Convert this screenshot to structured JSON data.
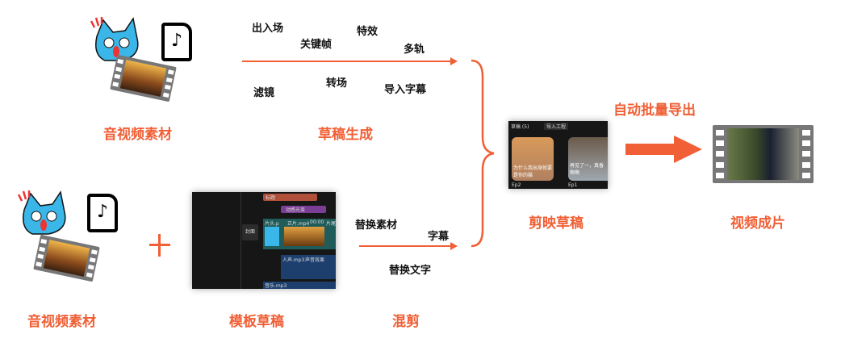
{
  "top_row": {
    "source_label": "音视频素材",
    "features": [
      "出入场",
      "关键帧",
      "特效",
      "多轨",
      "滤镜",
      "转场",
      "导入字幕"
    ],
    "process_label": "草稿生成"
  },
  "bottom_row": {
    "source_label": "音视频素材",
    "plus": "+",
    "template_label": "模板草稿",
    "template_ui": {
      "cover_button": "封面",
      "track_title": "标题",
      "track_effect": "动感光束",
      "clip_head": "片头.p",
      "clip_main": "正片.mp4",
      "clip_time": "00:00",
      "clip_tail": "片尾",
      "audio_voice": "人声.mp3",
      "audio_fx": "声音效果",
      "audio_music": "音乐.mp3"
    },
    "features": [
      "替换素材",
      "字幕",
      "替换文字"
    ],
    "process_label": "混剪"
  },
  "draft": {
    "label": "剪映草稿",
    "header": "草稿 (5)",
    "import_button": "导入工程",
    "items": [
      {
        "name": "Ep2",
        "caption": "为什么我出身就要是你的猫"
      },
      {
        "name": "Ep1",
        "caption": "再见了一，真香啊啊"
      }
    ]
  },
  "export_label": "自动批量导出",
  "output_label": "视频成片",
  "colors": {
    "accent": "#f05f35",
    "text": "#111111"
  }
}
